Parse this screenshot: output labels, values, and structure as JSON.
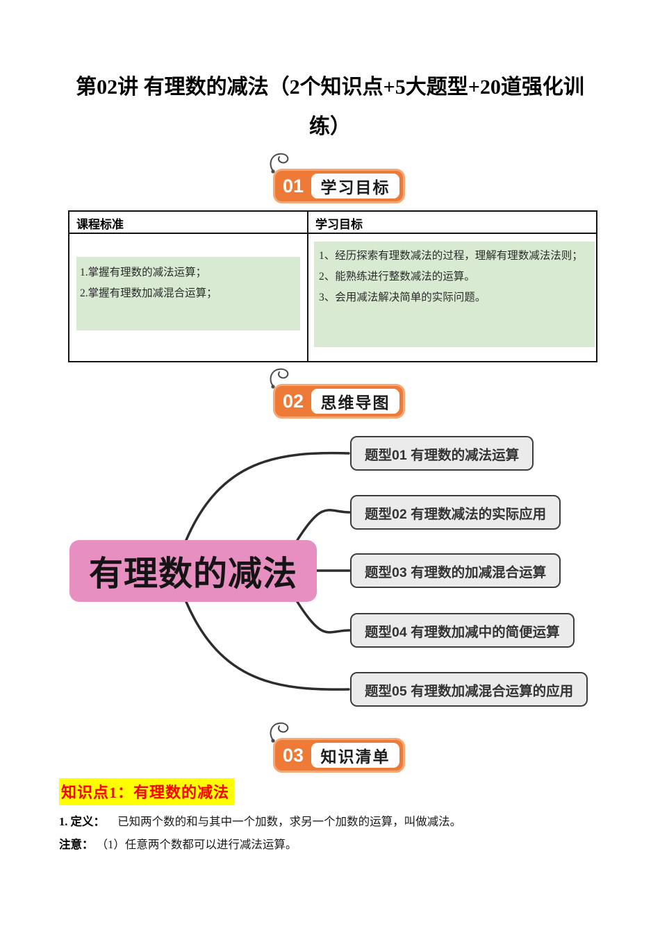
{
  "title": {
    "line1": "第02讲 有理数的减法（2个知识点+5大题型+20道强化训",
    "line2": "练）"
  },
  "sections": [
    {
      "num": "01",
      "label": "学习目标"
    },
    {
      "num": "02",
      "label": "思维导图"
    },
    {
      "num": "03",
      "label": "知识清单"
    }
  ],
  "table": {
    "headers": [
      "课程标准",
      "学习目标"
    ],
    "left_items": [
      "1.掌握有理数的减法运算；",
      "2.掌握有理数加减混合运算；"
    ],
    "right_items": [
      "1、经历探索有理数减法的过程，理解有理数减法法则；",
      "2、能熟练进行整数减法的运算。",
      "3、会用减法解决简单的实际问题。"
    ]
  },
  "mindmap": {
    "center": "有理数的减法",
    "branches": [
      "题型01 有理数的减法运算",
      "题型02 有理数减法的实际应用",
      "题型03 有理数的加减混合运算",
      "题型04 有理数加减中的简便运算",
      "题型05 有理数加减混合运算的应用"
    ]
  },
  "knowledge": {
    "heading": "知识点1：有理数的减法",
    "definition_label": "1. 定义：",
    "definition_text": "已知两个数的和与其中一个加数，求另一个加数的运算，叫做减法。",
    "note_label": "注意：",
    "note_text": "（1）任意两个数都可以进行减法运算。"
  },
  "icons": {
    "pin": "spiral-pin-icon"
  },
  "colors": {
    "badge_orange": "#EE7A38",
    "badge_orange_light": "#F6A874",
    "center_node_pink": "#E78FC0",
    "branch_gray": "#EBEBEB",
    "highlight_green": "#D9EAD3",
    "highlight_yellow": "#FFFF00",
    "heading_red": "#FE0000"
  }
}
